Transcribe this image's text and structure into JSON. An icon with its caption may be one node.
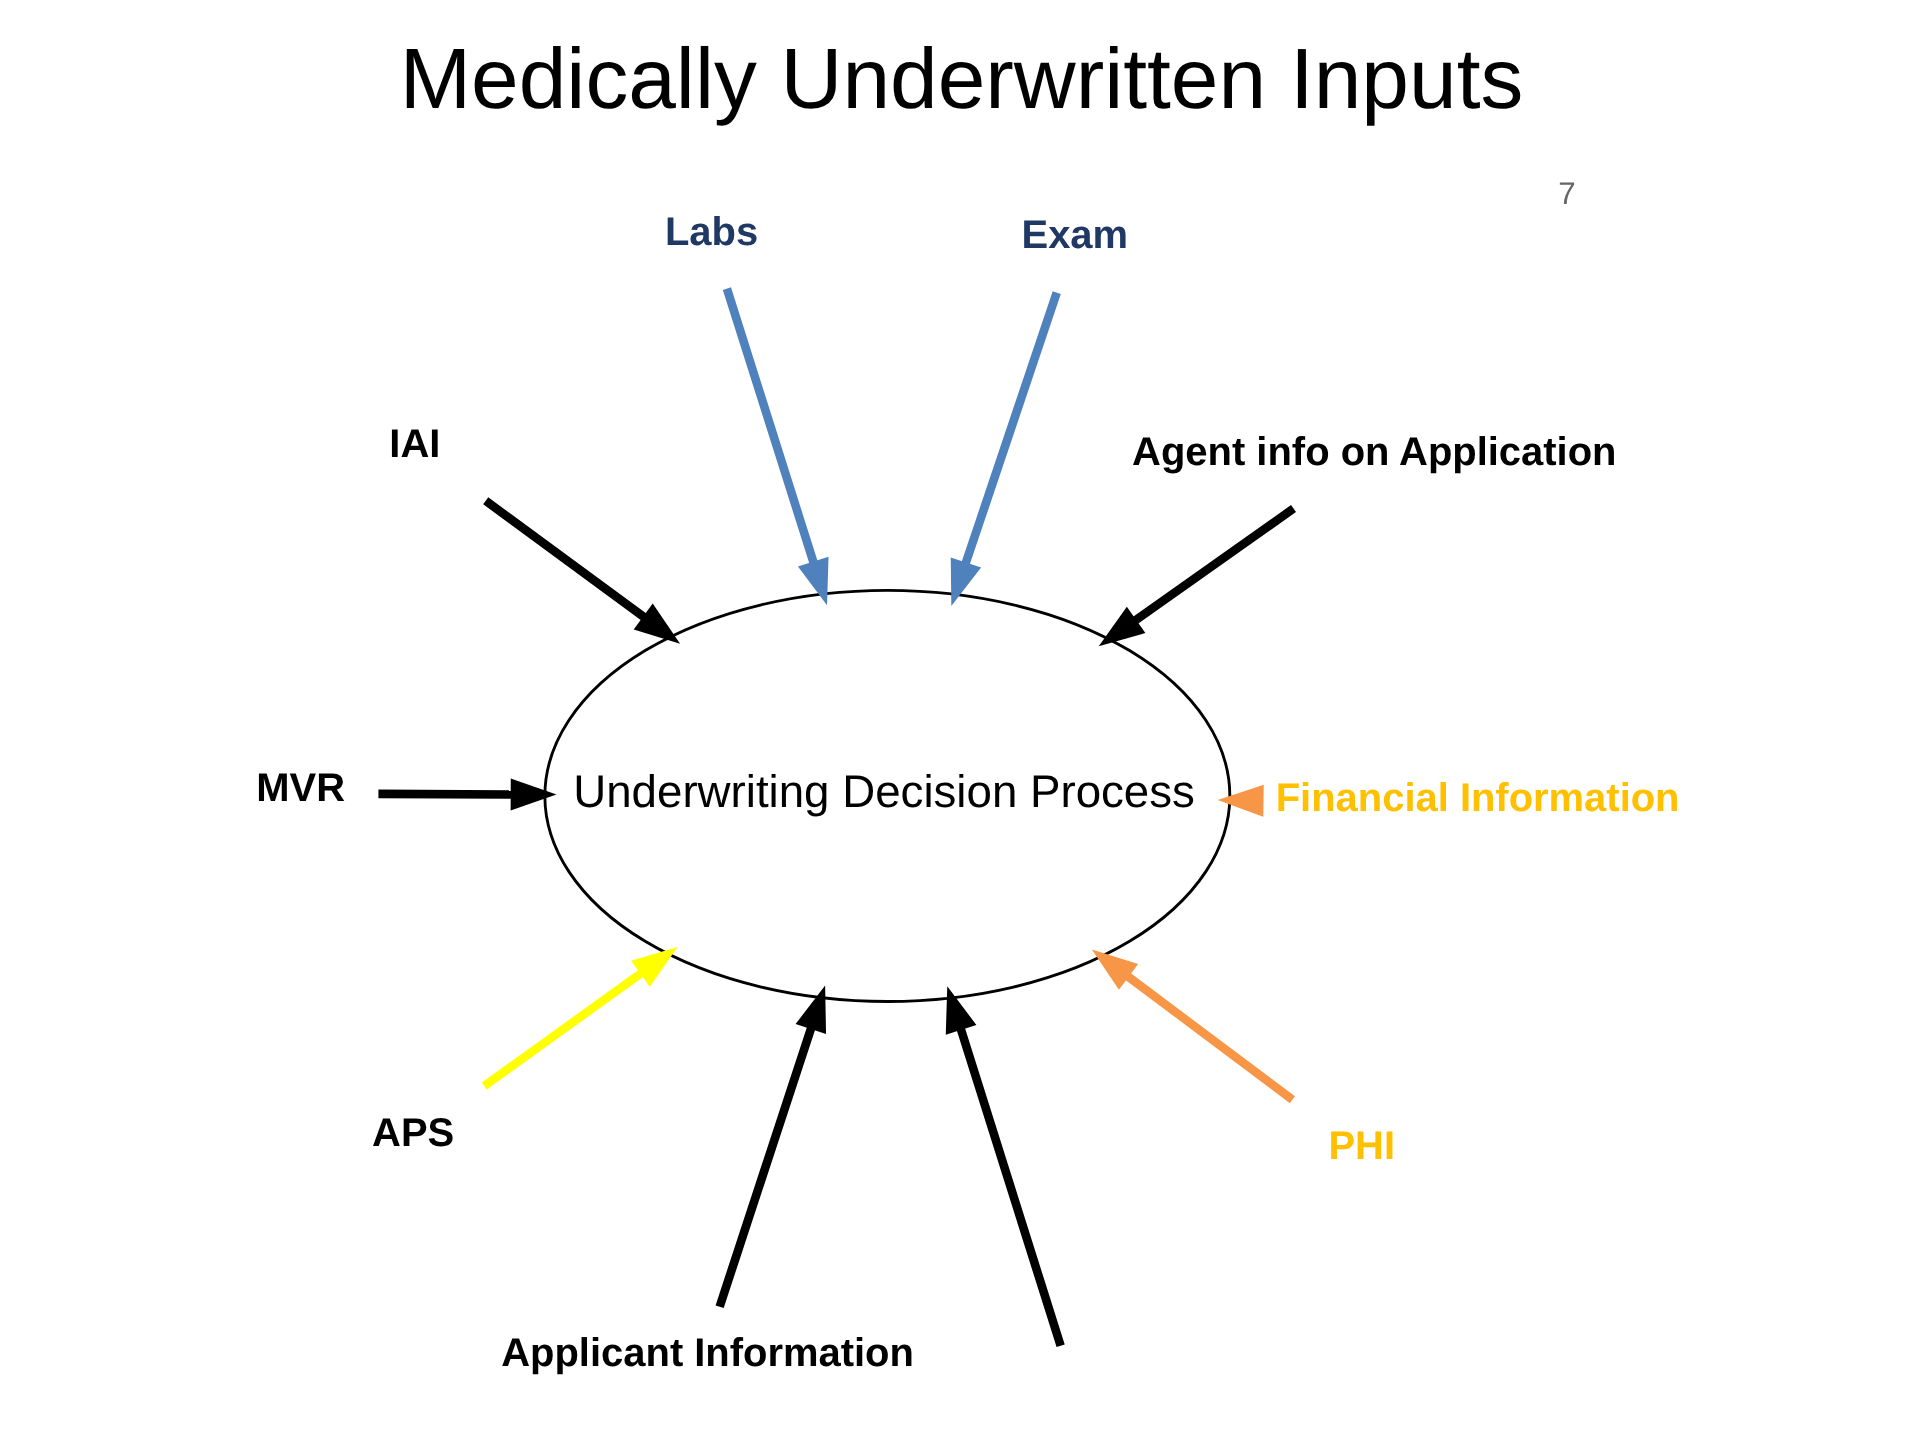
{
  "diagram": {
    "title": "Medically Underwritten Inputs",
    "nodes": [
      {
        "text": [
          "Underwriting Decision Process"
        ]
      },
      {
        "text": [
          "Agent info on Application"
        ]
      },
      {
        "text": [
          "Applicant Information"
        ]
      },
      {
        "text": [
          "Labs"
        ]
      },
      {
        "text": [
          "Exam"
        ]
      },
      {
        "text": [
          "IAI"
        ]
      },
      {
        "text": [
          "MVR"
        ]
      },
      {
        "text": [
          "Financial Information"
        ]
      },
      {
        "text": [
          "APS"
        ]
      },
      {
        "text": [
          "PHI"
        ]
      }
    ],
    "edges": [
      {
        "from": null,
        "to": 0,
        "arrow": "to"
      },
      {
        "from": 1,
        "to": 0,
        "arrow": "to"
      },
      {
        "from": 2,
        "to": 0,
        "arrow": "to"
      },
      {
        "from": 3,
        "to": 0,
        "arrow": "to",
        "color": "#4f81bd"
      },
      {
        "from": 4,
        "to": 0,
        "arrow": "to",
        "color": "#4f81bd"
      },
      {
        "from": 5,
        "to": 0,
        "arrow": "to"
      },
      {
        "from": 6,
        "to": 0,
        "arrow": "to"
      },
      {
        "from": 7,
        "to": 0,
        "arrow": "to",
        "color": "#f79646"
      },
      {
        "from": 8,
        "to": 0,
        "arrow": "to",
        "color": "#ffff00"
      },
      {
        "from": 9,
        "to": 0,
        "arrow": "to",
        "color": "#f79646"
      }
    ],
    "labels": [
      "7"
    ]
  }
}
